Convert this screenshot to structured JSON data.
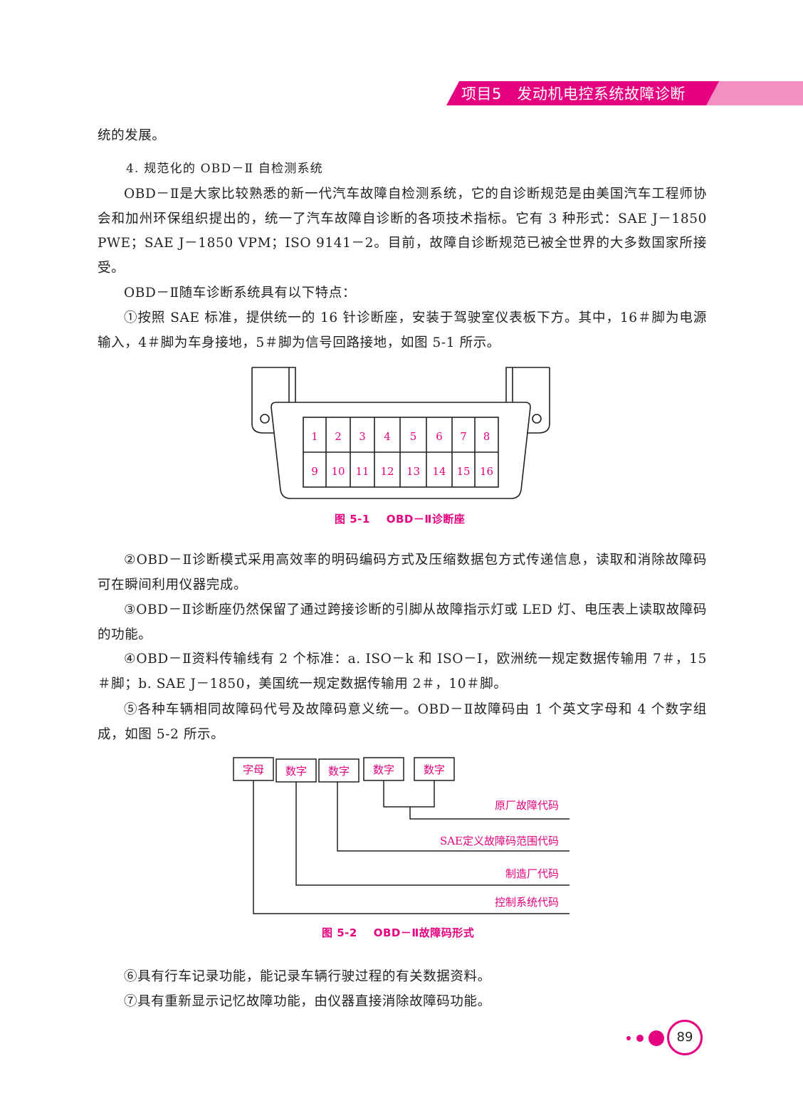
{
  "header": {
    "title": "项目5   发动机电控系统故障诊断"
  },
  "paragraphs": {
    "p0": "统的发展。",
    "heading4": "4. 规范化的 OBD－Ⅱ 自检测系统",
    "p1": "OBD－Ⅱ是大家比较熟悉的新一代汽车故障自检测系统，它的自诊断规范是由美国汽车工程师协会和加州环保组织提出的，统一了汽车故障自诊断的各项技术指标。它有 3 种形式：SAE J－1850 PWE；SAE J－1850 VPM；ISO 9141－2。目前，故障自诊断规范已被全世界的大多数国家所接受。",
    "p2": "OBD－Ⅱ随车诊断系统具有以下特点：",
    "p3": "①按照 SAE 标准，提供统一的 16 针诊断座，安装于驾驶室仪表板下方。其中，16＃脚为电源输入，4＃脚为车身接地，5＃脚为信号回路接地，如图 5-1 所示。",
    "p4": "②OBD－Ⅱ诊断模式采用高效率的明码编码方式及压缩数据包方式传递信息，读取和消除故障码可在瞬间利用仪器完成。",
    "p5": "③OBD－Ⅱ诊断座仍然保留了通过跨接诊断的引脚从故障指示灯或 LED 灯、电压表上读取故障码的功能。",
    "p6": "④OBD－Ⅱ资料传输线有 2 个标准：a. ISO－k 和 ISO－I，欧洲统一规定数据传输用 7＃，15＃脚；b. SAE J－1850，美国统一规定数据传输用 2＃，10＃脚。",
    "p7": "⑤各种车辆相同故障码代号及故障码意义统一。OBD－Ⅱ故障码由 1 个英文字母和 4 个数字组成，如图 5-2 所示。",
    "p8": "⑥具有行车记录功能，能记录车辆行驶过程的有关数据资料。",
    "p9": "⑦具有重新显示记忆故障功能，由仪器直接消除故障码功能。"
  },
  "figure1": {
    "caption": "图 5-1    OBD－Ⅱ诊断座",
    "pins_top": [
      "1",
      "2",
      "3",
      "4",
      "5",
      "6",
      "7",
      "8"
    ],
    "pins_bottom": [
      "9",
      "10",
      "11",
      "12",
      "13",
      "14",
      "15",
      "16"
    ]
  },
  "figure2": {
    "caption": "图 5-2    OBD－Ⅱ故障码形式",
    "boxes": [
      "字母",
      "数字",
      "数字",
      "数字",
      "数字"
    ],
    "labels": [
      "原厂故障代码",
      "SAE定义故障码范围代码",
      "制造厂代码",
      "控制系统代码"
    ]
  },
  "page_number": "89",
  "colors": {
    "accent": "#e4007f",
    "accent_light": "#f48fc1"
  }
}
